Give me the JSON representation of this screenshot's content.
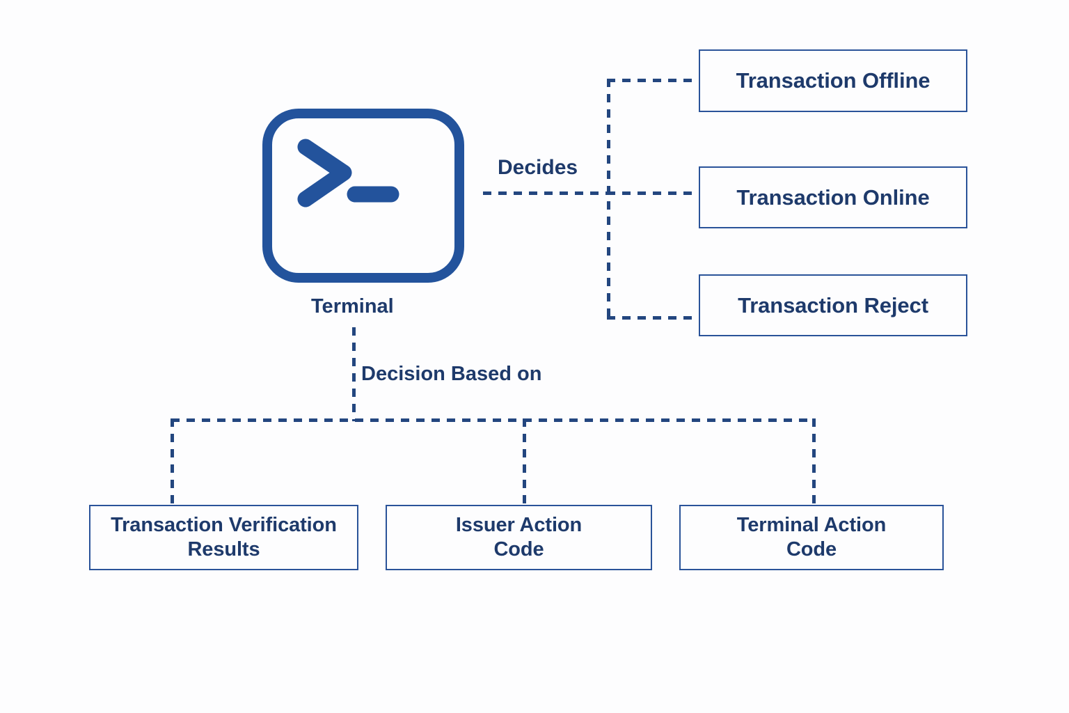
{
  "diagram": {
    "title": "Terminal transaction decision flow",
    "colors": {
      "icon_blue": "#23539c",
      "box_border": "#2a5399",
      "text_navy": "#1e3a6b",
      "connector": "#23467f",
      "background": "#fdfdfe"
    },
    "central_node": {
      "icon_name": "terminal-icon",
      "label": "Terminal"
    },
    "edge_labels": {
      "decides": "Decides",
      "decision_based_on": "Decision Based on"
    },
    "outcomes": [
      {
        "label": "Transaction Offline"
      },
      {
        "label": "Transaction Online"
      },
      {
        "label": "Transaction Reject"
      }
    ],
    "decision_sources": [
      {
        "label": "Transaction Verification\nResults"
      },
      {
        "label": "Issuer Action\nCode"
      },
      {
        "label": "Terminal Action\nCode"
      }
    ]
  }
}
